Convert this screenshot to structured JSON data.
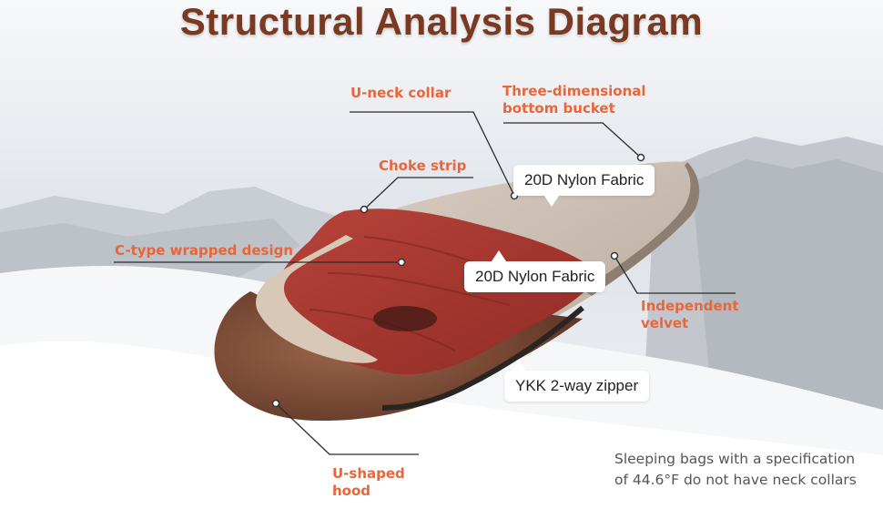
{
  "title": "Structural Analysis Diagram",
  "labels": {
    "u_neck_collar": "U-neck collar",
    "bottom_bucket_line1": "Three-dimensional",
    "bottom_bucket_line2": "bottom bucket",
    "choke_strip": "Choke strip",
    "c_type": "C-type wrapped design",
    "independent_velvet_line1": "Independent",
    "independent_velvet_line2": "velvet",
    "u_shaped_hood_line1": "U-shaped",
    "u_shaped_hood_line2": "hood"
  },
  "pills": {
    "outer_fabric": "20D Nylon Fabric",
    "inner_fabric": "20D Nylon Fabric",
    "zipper": "YKK 2-way zipper"
  },
  "note": {
    "line1": "Sleeping bags with a specification",
    "line2": "of 44.6°F do not have neck collars"
  },
  "colors": {
    "title": "#7a3a22",
    "callout": "#e8663a",
    "shell": "#cdbfb3",
    "lining": "#a8362f",
    "hood": "#7a4a36"
  }
}
